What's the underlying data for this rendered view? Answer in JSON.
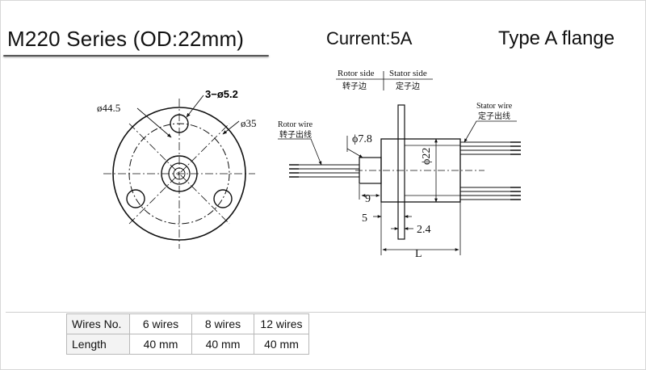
{
  "header": {
    "title": "M220 Series (OD:22mm)",
    "current": "Current:5A",
    "flange_type": "Type A flange"
  },
  "front_view": {
    "od_label": "ø44.5",
    "holes_label": "3−ø5.2",
    "pcd_label": "ø35"
  },
  "side_view": {
    "rotor_side": "Rotor side",
    "rotor_side_cn": "转子边",
    "stator_side": "Stator side",
    "stator_side_cn": "定子边",
    "rotor_wire": "Rotor wire",
    "rotor_wire_cn": "转子出线",
    "stator_wire": "Stator wire",
    "stator_wire_cn": "定子出线",
    "shaft_dia": "ϕ7.8",
    "body_dia": "ϕ22",
    "dim_9": "9",
    "dim_5": "5",
    "dim_24": "2.4",
    "dim_L": "L"
  },
  "spec_table": {
    "header_label": "Wires No.",
    "row_label": "Length",
    "columns": [
      "6 wires",
      "8 wires",
      "12 wires"
    ],
    "lengths": [
      "40 mm",
      "40 mm",
      "40 mm"
    ]
  }
}
